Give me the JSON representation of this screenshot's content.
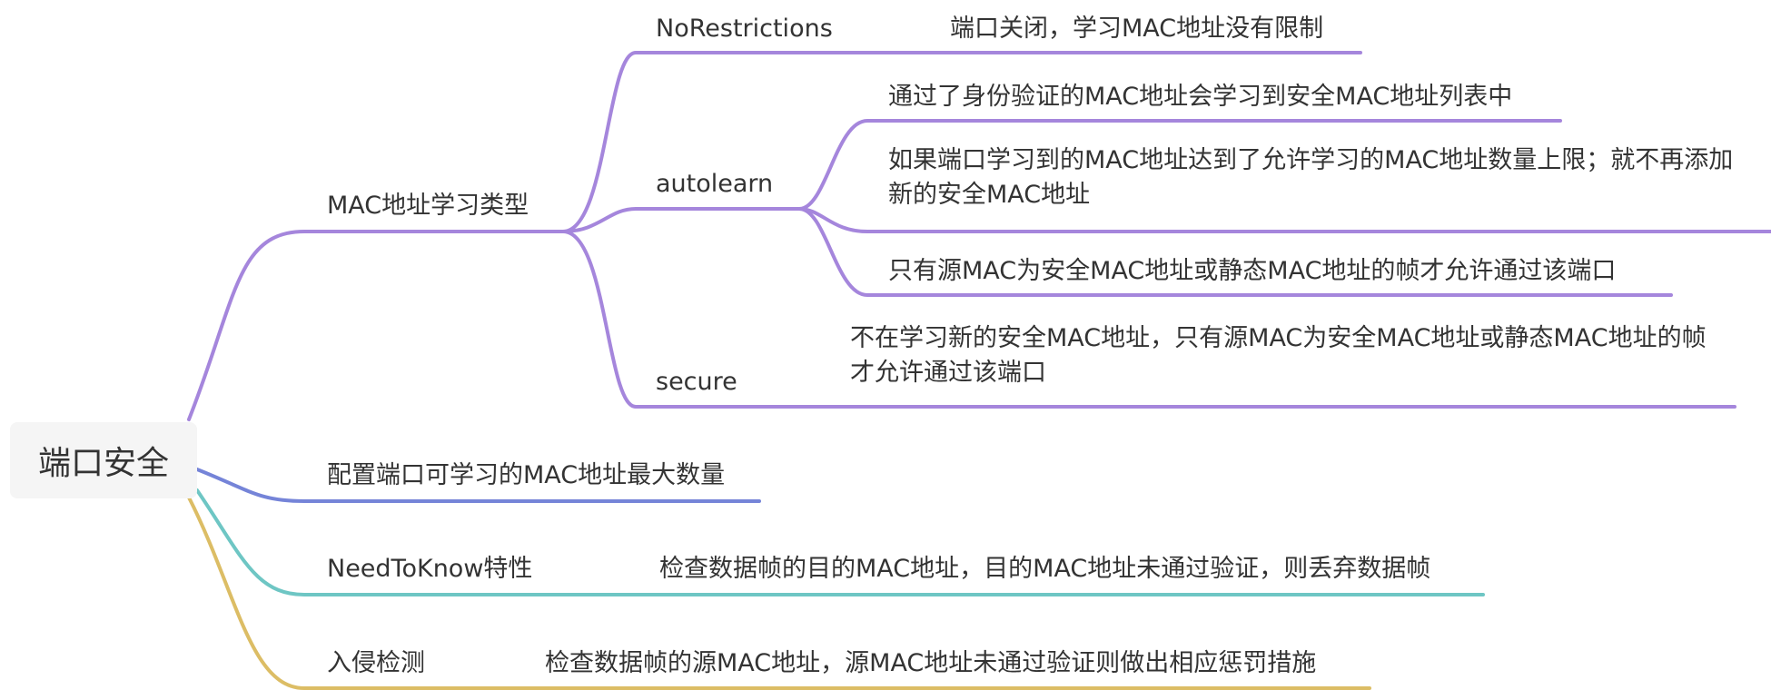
{
  "root": {
    "label": "端口安全"
  },
  "colors": {
    "purple": "#a586dc",
    "blue": "#7584d8",
    "teal": "#6ec6c4",
    "gold": "#dcbd65",
    "root_bg": "#f5f5f5",
    "text": "#333333"
  },
  "branches": {
    "mac_learning": {
      "label": "MAC地址学习类型",
      "norestrictions": {
        "label": "NoRestrictions",
        "desc": "端口关闭，学习MAC地址没有限制"
      },
      "autolearn": {
        "label": "autolearn",
        "items": [
          "通过了身份验证的MAC地址会学习到安全MAC地址列表中",
          "如果端口学习到的MAC地址达到了允许学习的MAC地址数量上限；就不再添加新的安全MAC地址",
          "只有源MAC为安全MAC地址或静态MAC地址的帧才允许通过该端口"
        ]
      },
      "secure": {
        "label": "secure",
        "desc": "不在学习新的安全MAC地址，只有源MAC为安全MAC地址或静态MAC地址的帧才允许通过该端口"
      }
    },
    "max_count": {
      "label": "配置端口可学习的MAC地址最大数量"
    },
    "needtoknow": {
      "label": "NeedToKnow特性",
      "desc": "检查数据帧的目的MAC地址，目的MAC地址未通过验证，则丢弃数据帧"
    },
    "intrusion": {
      "label": "入侵检测",
      "desc": "检查数据帧的源MAC地址，源MAC地址未通过验证则做出相应惩罚措施"
    }
  }
}
